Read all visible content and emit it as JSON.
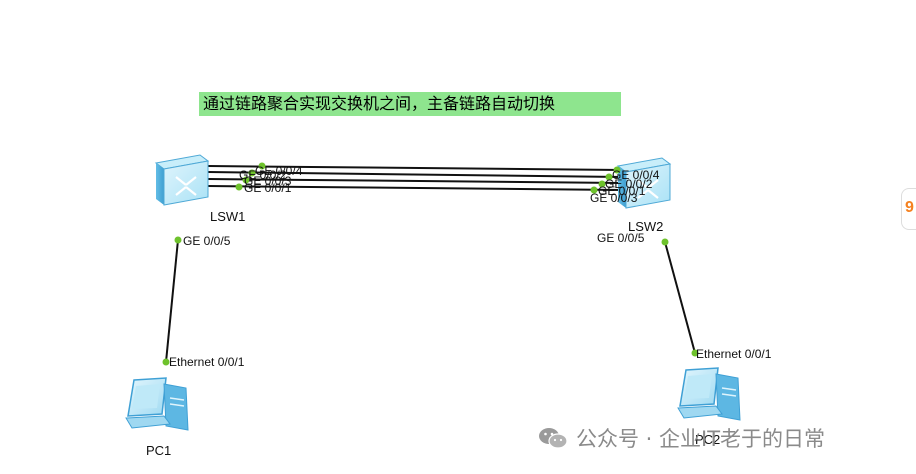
{
  "banner": {
    "text": "通过链路聚合实现交换机之间，主备链路自动切换"
  },
  "devices": {
    "lsw1": {
      "name": "LSW1",
      "icon": "switch-icon"
    },
    "lsw2": {
      "name": "LSW2",
      "icon": "switch-icon"
    },
    "pc1": {
      "name": "PC1",
      "icon": "pc-icon"
    },
    "pc2": {
      "name": "PC2",
      "icon": "pc-icon"
    }
  },
  "ports": {
    "lsw1_trunk": [
      "GE 0/0/4",
      "GE 0/0/2",
      "GE 0/0/3",
      "GE 0/0/1"
    ],
    "lsw2_trunk": [
      "GE 0/0/4",
      "GE 0/0/2",
      "GE 0/0/1",
      "GE 0/0/3"
    ],
    "lsw1_down": "GE 0/0/5",
    "lsw2_down": "GE 0/0/5",
    "pc1_port": "Ethernet 0/0/1",
    "pc2_port": "Ethernet 0/0/1"
  },
  "edge_tab": {
    "glyph": "9"
  },
  "watermark": {
    "text": "公众号 · 企业IT老于的日常",
    "icon": "wechat-icon"
  },
  "colors": {
    "banner": "#8ee58e",
    "port_dot": "#6ec22c",
    "link": "#111111",
    "device": "#7fd0ef",
    "watermark": "#8a8a8a"
  }
}
